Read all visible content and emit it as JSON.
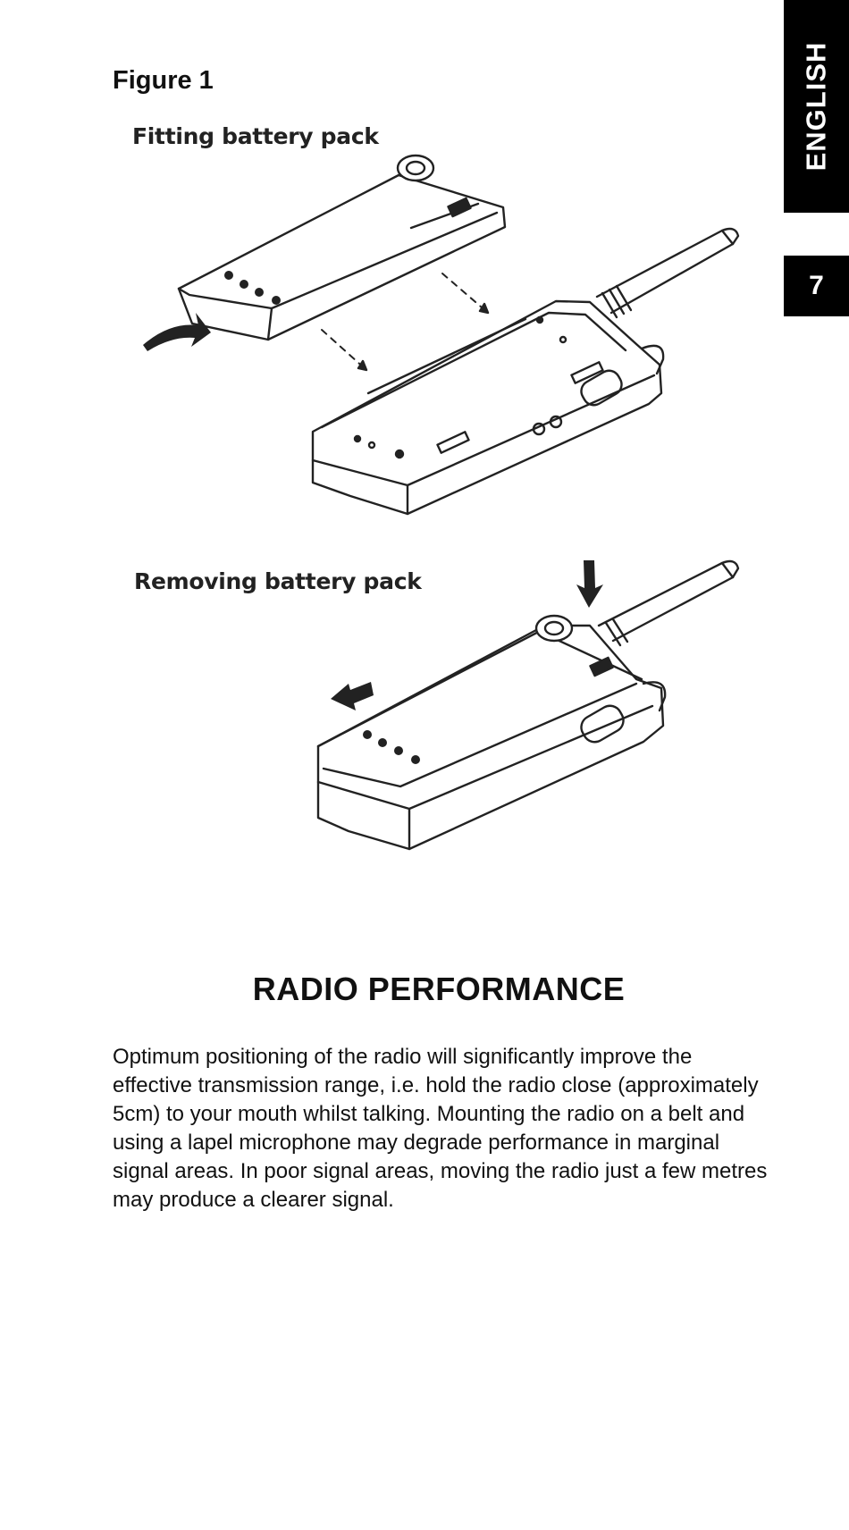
{
  "side_tabs": {
    "language": "ENGLISH",
    "page_number": "7"
  },
  "figure": {
    "label": "Figure 1",
    "fitting_caption": "Fitting battery pack",
    "removing_caption": "Removing battery pack"
  },
  "section": {
    "title": "RADIO PERFORMANCE",
    "body": "Optimum positioning of the radio will significantly improve the effective transmission range, i.e. hold the radio close (approximately 5cm) to your mouth whilst talking.  Mounting the radio on a belt and using a lapel microphone may degrade performance in marginal signal areas.  In poor signal areas, moving the radio just a few metres may produce a clearer signal."
  }
}
